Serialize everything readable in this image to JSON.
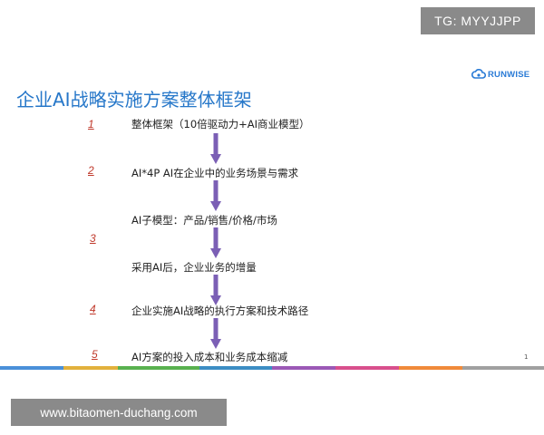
{
  "watermark": {
    "tg": "TG: MYYJJPP",
    "site": "www.bitaomen-duchang.com"
  },
  "logo": {
    "text": "RUNWISE",
    "icon": "cloud-logo-icon"
  },
  "slide": {
    "title": "企业AI战略实施方案整体框架",
    "page_number": "1",
    "numbers": [
      "1",
      "2",
      "3",
      "4",
      "5"
    ],
    "items": [
      "整体框架（10倍驱动力+AI商业模型）",
      "AI*4P AI在企业中的业务场景与需求",
      "AI子模型：产品/销售/价格/市场",
      "采用AI后，企业业务的增量",
      "企业实施AI战略的执行方案和技术路径",
      "AI方案的投入成本和业务成本缩减"
    ]
  },
  "colors": {
    "title": "#2677c9",
    "number": "#c0392b",
    "arrow": "#7b5fb5",
    "stripe": [
      "#4a90d9",
      "#e2b13c",
      "#59b14f",
      "#3c8dc4",
      "#9b59b6",
      "#d84f8c",
      "#f08a3a",
      "#a0a0a0"
    ]
  }
}
